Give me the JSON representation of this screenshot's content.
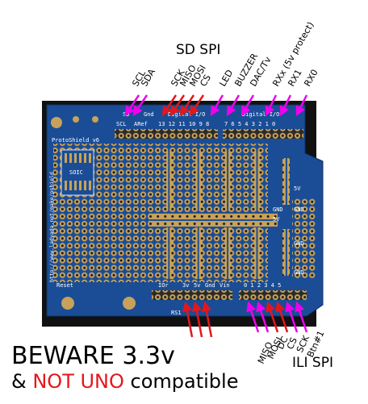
{
  "callouts": {
    "sd_spi": "SD SPI",
    "ili_spi": "ILI SPI",
    "beware_line1": "BEWARE 3.3v",
    "beware_line2_prefix": "& ",
    "beware_line2_red": "NOT UNO",
    "beware_line2_suffix": " compatible"
  },
  "board": {
    "name": "ProtoShield v6",
    "url": "http://www.ladyada.net/make/pshield",
    "soic_label": "SOIC",
    "reset_label": "Reset",
    "row_labels": [
      "5V",
      "GND",
      "5V",
      "GND",
      "GND",
      "GND"
    ],
    "top_header_silk": [
      "SD",
      "Gnd",
      "Digital I/O",
      "Digital I/O"
    ],
    "top_header_silk2": [
      "SCL",
      "ARef",
      "13 12 11 10 9 8",
      "7 6 5 4 3 2 1 0"
    ],
    "bottom_header_silk": [
      "IOr",
      "3v",
      "5v",
      "Gnd",
      "Vin",
      "0 1 2 3 4 5"
    ],
    "rs1": "RS1",
    "colors": {
      "pcb": "#1a4d96",
      "pad": "#c8a25a",
      "silk": "#ffffff",
      "arrow_red": "#e5161b",
      "arrow_magenta": "#ee00ee",
      "header": "#2b2b2b"
    }
  },
  "pin_labels_top": [
    {
      "text": "SCL",
      "color": "black"
    },
    {
      "text": "SDA",
      "color": "black"
    },
    {
      "text": "SCK",
      "color": "black"
    },
    {
      "text": "MISO",
      "color": "black"
    },
    {
      "text": "MOSI",
      "color": "black"
    },
    {
      "text": "CS",
      "color": "black"
    },
    {
      "text": "LED",
      "color": "black"
    },
    {
      "text": "BUZZER",
      "color": "black"
    },
    {
      "text": "DAC/Tv",
      "color": "black"
    },
    {
      "text": "RXx (5v protect)",
      "color": "black"
    },
    {
      "text": "RX1",
      "color": "black"
    },
    {
      "text": "RX0",
      "color": "black"
    }
  ],
  "pin_labels_bottom": [
    {
      "text": "MISO"
    },
    {
      "text": "MOSI"
    },
    {
      "text": "DC"
    },
    {
      "text": "CS"
    },
    {
      "text": "SCK"
    },
    {
      "text": "Btn#1"
    }
  ]
}
